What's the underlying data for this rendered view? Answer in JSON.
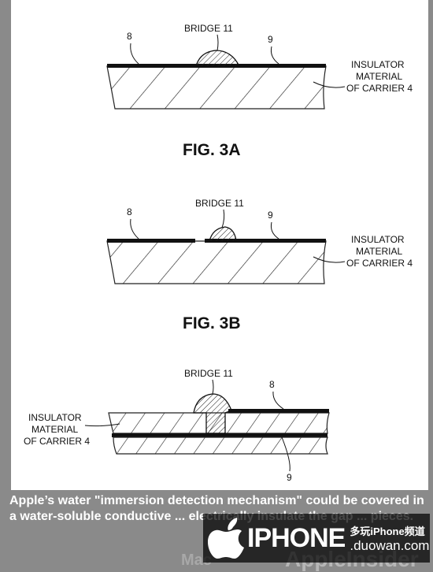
{
  "fig3a": {
    "bridge_label": "BRIDGE 11",
    "left_label": "8",
    "right_label": "9",
    "insulator_lines": [
      "INSULATOR",
      "MATERIAL",
      "OF CARRIER 4"
    ],
    "caption": "FIG. 3A"
  },
  "fig3b": {
    "bridge_label": "BRIDGE 11",
    "left_label": "8",
    "right_label": "9",
    "insulator_lines": [
      "INSULATOR",
      "MATERIAL",
      "OF CARRIER 4"
    ],
    "caption": "FIG. 3B"
  },
  "fig3c": {
    "bridge_label": "BRIDGE 11",
    "top_label": "8",
    "bottom_label": "9",
    "insulator_lines": [
      "INSULATOR",
      "MATERIAL",
      "OF CARRIER 4"
    ]
  },
  "caption_text": "Apple’s water \"immersion detection mechanism\" could be covered in a water-soluble conductive ... electrically insulate the gap ... pieces.",
  "overlay": {
    "brand": "IPHONE",
    "site_cn": "多玩iPhone频道",
    "site_url": ".duowan.com",
    "watermark": "AppleInsider",
    "watermark_small": "Mac"
  }
}
